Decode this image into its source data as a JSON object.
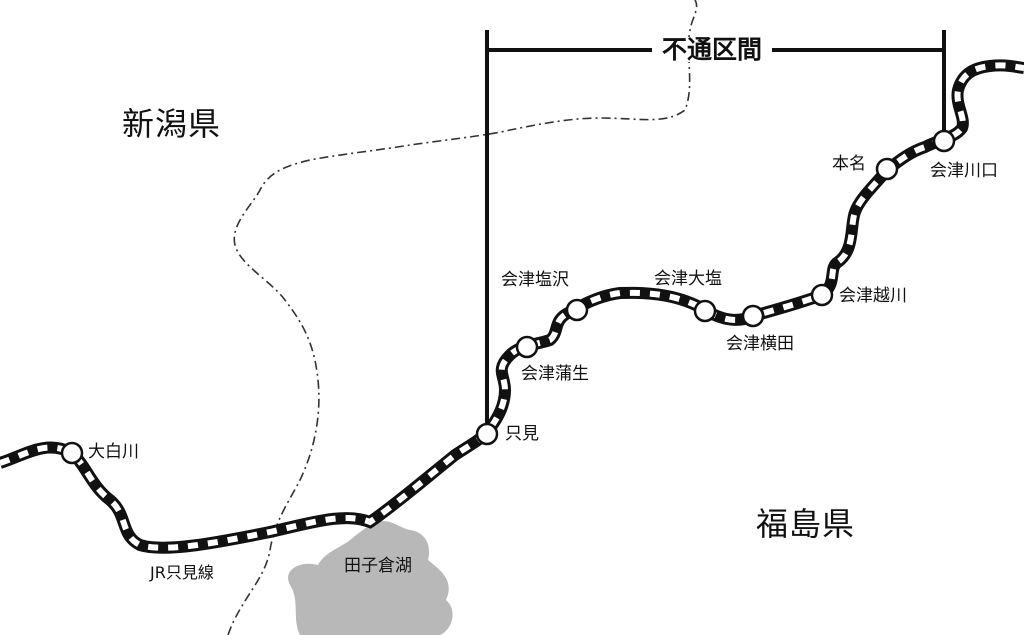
{
  "map": {
    "prefectures": {
      "niigata": "新潟県",
      "fukushima": "福島県"
    },
    "line_name": "JR只見線",
    "lake_name": "田子倉湖",
    "closed_section_label": "不通区間",
    "stations": {
      "oshirakawa": "大白川",
      "tadami": "只見",
      "aizu_gamo": "会津蒲生",
      "aizu_shiozawa": "会津塩沢",
      "aizu_oshio": "会津大塩",
      "aizu_yokota": "会津横田",
      "aizu_koshikawa": "会津越川",
      "honna": "本名",
      "aizu_kawaguchi": "会津川口"
    },
    "colors": {
      "line": "#111111",
      "lake": "#b8b8b8",
      "border": "#333333",
      "station_fill": "#ffffff"
    }
  }
}
